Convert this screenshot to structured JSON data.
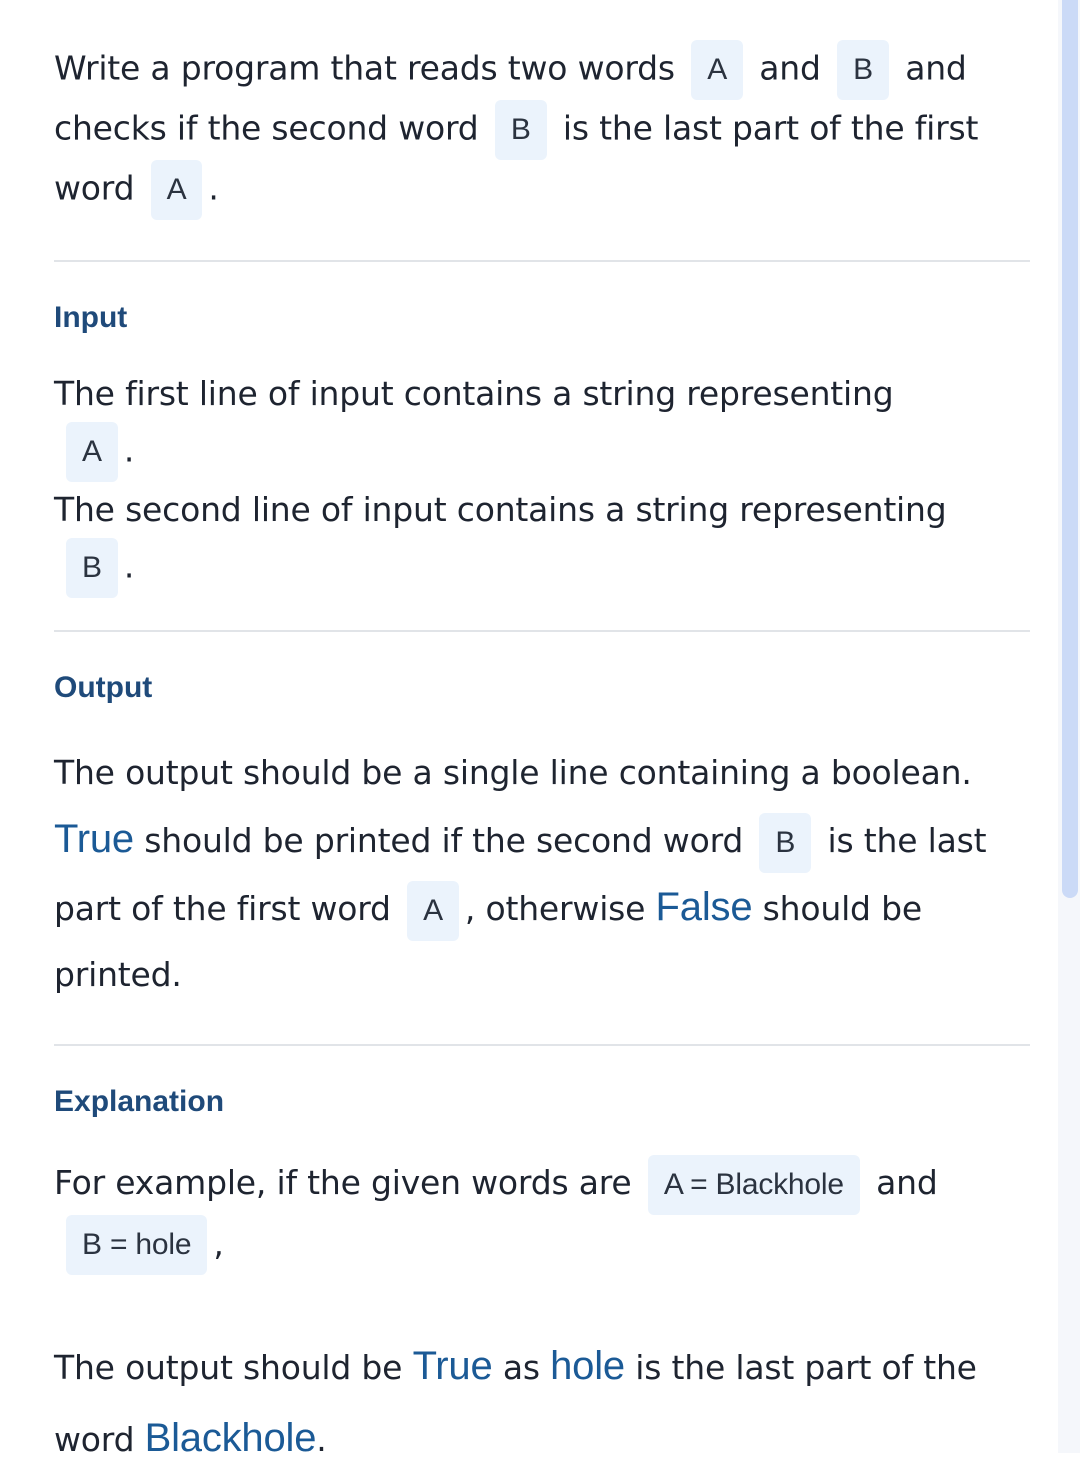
{
  "intro": {
    "t1": "Write a program that reads two words ",
    "c1": "A",
    "t2": " and ",
    "c2": "B",
    "t3": "and checks if the second word ",
    "c3": "B",
    "t4": " is the last part of the first word ",
    "c4": "A",
    "t5": "."
  },
  "input": {
    "heading": "Input",
    "l1_text": "The first line of input contains a string representing",
    "l1_code": "A",
    "l1_end": ".",
    "l2_text": "The second line of input contains a string representing",
    "l2_code": "B",
    "l2_end": "."
  },
  "output": {
    "heading": "Output",
    "t1": "The output should be a single line containing a boolean.",
    "true_word": "True",
    "t2": " should be printed if the second word ",
    "c1": "B",
    "t3": " is the last part of the first word ",
    "c2": "A",
    "t4": ", otherwise ",
    "false_word": "False",
    "t5": " should be printed."
  },
  "explanation": {
    "heading": "Explanation",
    "t1": "For example, if the given words are ",
    "c1": "A = Blackhole",
    "t2": " and ",
    "c2": "B = hole",
    "t3": ",",
    "r1": "The output should be ",
    "r_true": "True",
    "r2": " as ",
    "r_hole": "hole",
    "r3": " is the last part of the word ",
    "r_blackhole": "Blackhole",
    "r4": "."
  },
  "colors": {
    "heading": "#1f4a7a",
    "emphasis": "#1b5a96",
    "code_bg": "#ebf3fc",
    "divider": "#e1e4e8",
    "scroll_thumb": "#cbdaf7"
  }
}
